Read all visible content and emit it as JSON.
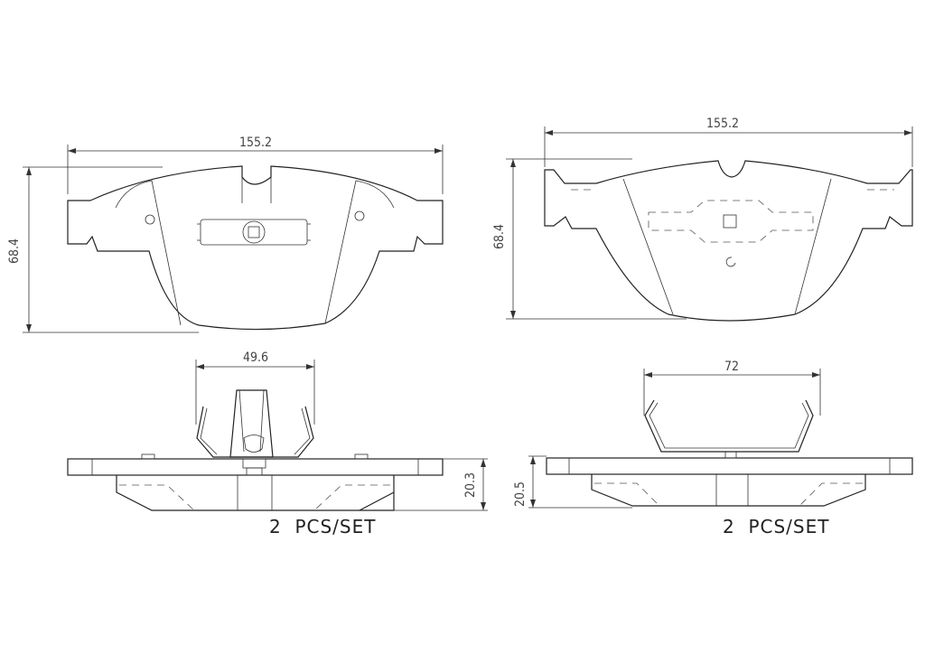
{
  "front_pad": {
    "width_dim": "155.2",
    "height_dim": "68.4",
    "clip_width_dim": "49.6",
    "thickness_dim": "20.3",
    "quantity": "2  PCS/SET"
  },
  "rear_pad": {
    "width_dim": "155.2",
    "height_dim": "68.4",
    "clip_width_dim": "72",
    "thickness_dim": "20.5",
    "quantity": "2  PCS/SET"
  }
}
